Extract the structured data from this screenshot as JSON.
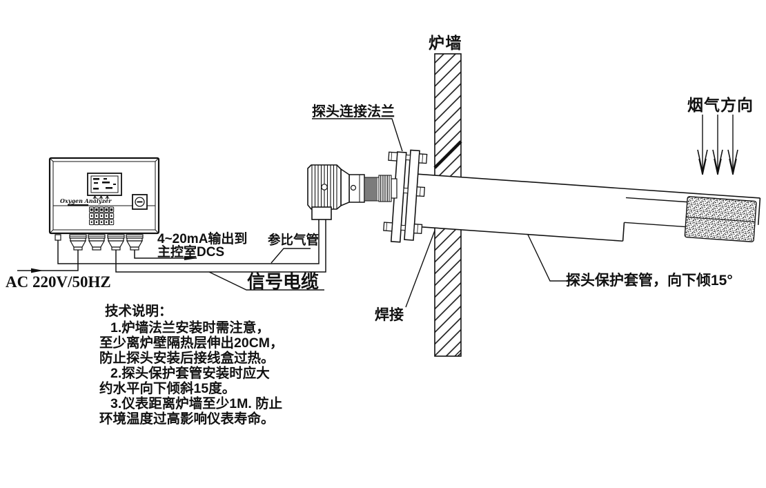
{
  "device": {
    "logo": "Oxygen Analyzer"
  },
  "labels": {
    "furnace_wall": "炉墙",
    "flue_gas_direction": "烟气方向",
    "probe_flange": "探头连接法兰",
    "reference_gas_tube": "参比气管",
    "output_dcs_line1": "4~20mA输出到",
    "output_dcs_line2": "主控室DCS",
    "signal_cable": "信号电缆",
    "ac_power": "AC 220V/50HZ",
    "welding": "焊接",
    "protection_tube": "探头保护套管，向下倾15°"
  },
  "tech_notes": {
    "heading": "技术说明：",
    "lines": [
      "1.炉墙法兰安装时需注意，",
      "至少离炉壁隔热层伸出20CM，",
      "防止探头安装后接线盒过热。",
      "2.探头保护套管安装时应大",
      "约水平向下倾斜15度。",
      "3.仪表距离炉墙至少1M. 防止",
      "环境温度过高影响仪表寿命。"
    ]
  }
}
